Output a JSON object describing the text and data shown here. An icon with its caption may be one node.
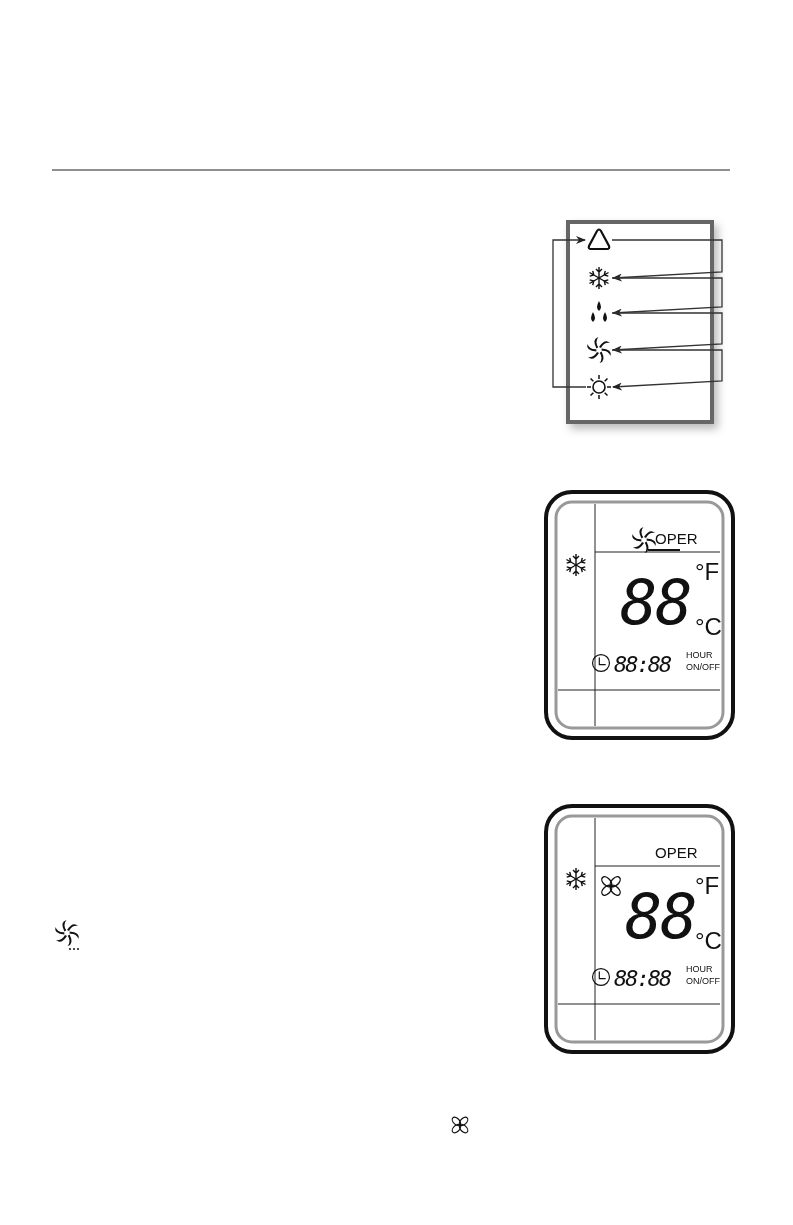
{
  "diagram": {
    "nodes": [
      {
        "text": [],
        "shape": "picture"
      },
      {
        "text": [],
        "shape": "picture"
      },
      {
        "text": [],
        "shape": "picture"
      },
      {
        "text": [],
        "shape": "picture"
      },
      {
        "text": [],
        "shape": "picture"
      }
    ],
    "edges": [
      {
        "from": 0,
        "to": 1,
        "arrow": "to"
      },
      {
        "from": 1,
        "to": 2,
        "arrow": "to"
      },
      {
        "from": 2,
        "to": 3,
        "arrow": "to"
      },
      {
        "from": 3,
        "to": 4,
        "arrow": "to"
      },
      {
        "from": 4,
        "to": 0,
        "arrow": "to"
      }
    ],
    "labels": [
      "OPER",
      "°F",
      "88",
      "°C",
      "88:88",
      "HOUR",
      "ON/OFF",
      "OPER",
      "°F",
      "88",
      "°C",
      "88:88",
      "HOUR",
      "ON/OFF"
    ]
  }
}
